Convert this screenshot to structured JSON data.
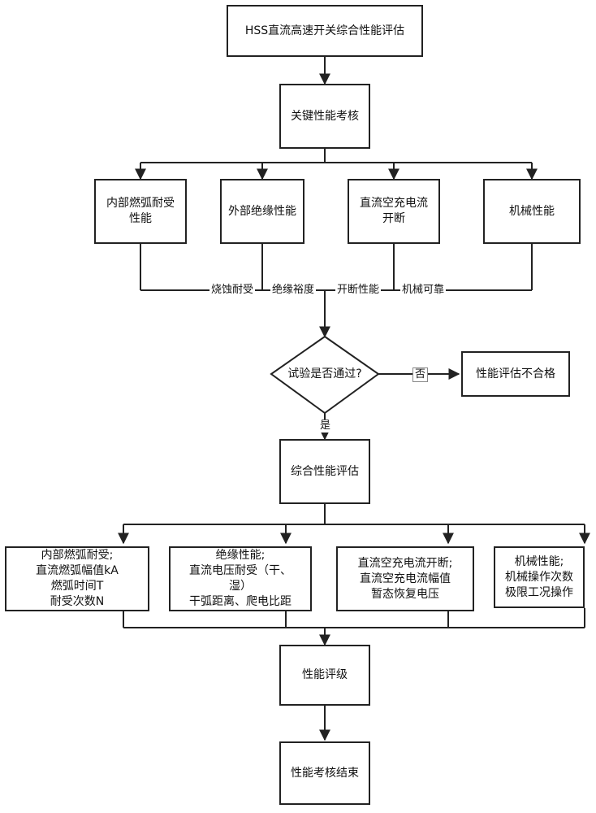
{
  "title": "HSS直流高速开关综合性能评估",
  "key_assessment": "关键性能考核",
  "categories": [
    {
      "line1": "内部燃弧耐受",
      "line2": "性能"
    },
    {
      "line1": "外部绝缘性能",
      "line2": ""
    },
    {
      "line1": "直流空充电流",
      "line2": "开断"
    },
    {
      "line1": "机械性能",
      "line2": ""
    }
  ],
  "merge_labels": [
    "烧蚀耐受",
    "绝缘裕度",
    "开断性能",
    "机械可靠"
  ],
  "decision": "试验是否通过?",
  "no_label": "否",
  "yes_label": "是",
  "fail_box": "性能评估不合格",
  "comprehensive": "综合性能评估",
  "details": [
    {
      "lines": [
        "内部燃弧耐受;",
        "直流燃弧幅值kA",
        "燃弧时间T",
        "耐受次数N"
      ]
    },
    {
      "lines": [
        "绝缘性能;",
        "直流电压耐受（干、",
        "湿）",
        "干弧距离、爬电比距"
      ]
    },
    {
      "lines": [
        "直流空充电流开断;",
        "直流空充电流幅值",
        "暂态恢复电压"
      ]
    },
    {
      "lines": [
        "机械性能;",
        "机械操作次数",
        "极限工况操作"
      ]
    }
  ],
  "grading": "性能评级",
  "end": "性能考核结束"
}
